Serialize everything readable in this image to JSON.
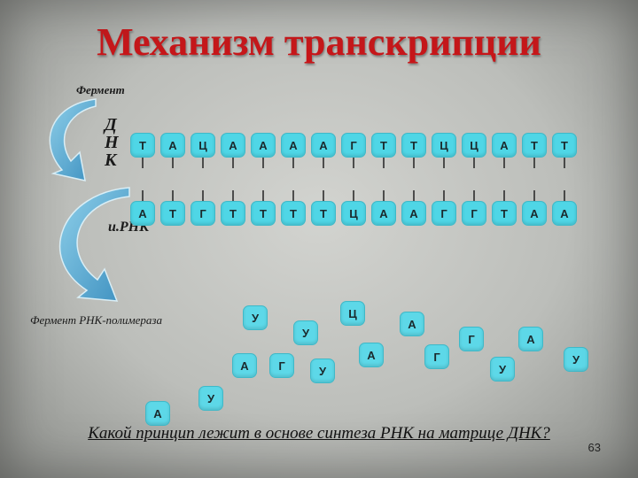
{
  "title": "Механизм транскрипции",
  "labels": {
    "enzyme_top": "Фермент",
    "dnk": [
      "Д",
      "Н",
      "К"
    ],
    "mrna": "и.РНК",
    "rna_polymerase": "Фермент РНК-полимераза"
  },
  "dna_top_strand": [
    "Т",
    "А",
    "Ц",
    "А",
    "А",
    "А",
    "А",
    "Г",
    "Т",
    "Т",
    "Ц",
    "Ц",
    "А",
    "Т",
    "Т"
  ],
  "dna_bottom_strand": [
    "А",
    "Т",
    "Г",
    "Т",
    "Т",
    "Т",
    "Т",
    "Ц",
    "А",
    "А",
    "Г",
    "Г",
    "Т",
    "А",
    "А"
  ],
  "free_nucleotides": [
    "Ц",
    "У",
    "А",
    "У",
    "Г",
    "А",
    "А",
    "Г",
    "У",
    "А",
    "Г",
    "У",
    "У",
    "У",
    "А"
  ],
  "question": "Какой принцип лежит в основе синтеза РНК на матрице ДНК?",
  "page_number": "63",
  "colors": {
    "title": "#c8171a",
    "base_fill": "#4fd6e6",
    "arrow_fill": "#4fa8cc"
  }
}
